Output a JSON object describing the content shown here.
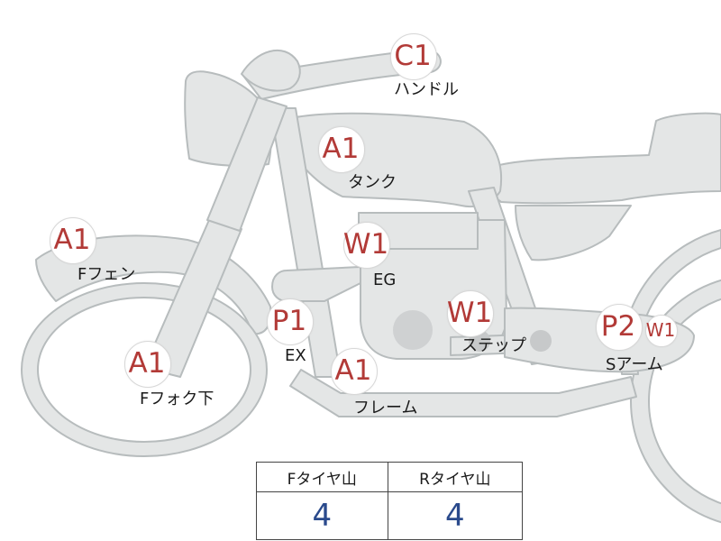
{
  "markers": [
    {
      "id": "handle",
      "code": "C1",
      "label": "ハンドル",
      "color": "#b23a37"
    },
    {
      "id": "tank",
      "code": "A1",
      "label": "タンク",
      "color": "#b23a37"
    },
    {
      "id": "front-fender",
      "code": "A1",
      "label": "Fフェン",
      "color": "#b23a37"
    },
    {
      "id": "engine",
      "code": "W1",
      "label": "EG",
      "color": "#b23a37"
    },
    {
      "id": "exhaust",
      "code": "P1",
      "label": "EX",
      "color": "#b23a37"
    },
    {
      "id": "step",
      "code": "W1",
      "label": "ステップ",
      "color": "#b23a37"
    },
    {
      "id": "swing-arm",
      "code": "P2",
      "label": "Sアーム",
      "color": "#b23a37"
    },
    {
      "id": "swing-arm-extra",
      "code": "W1",
      "label": "",
      "color": "#b23a37"
    },
    {
      "id": "front-fork-lower",
      "code": "A1",
      "label": "Fフォク下",
      "color": "#b23a37"
    },
    {
      "id": "frame",
      "code": "A1",
      "label": "フレーム",
      "color": "#b23a37"
    }
  ],
  "tread_table": {
    "headers": [
      "Fタイヤ山",
      "Rタイヤ山"
    ],
    "values": [
      "4",
      "4"
    ],
    "value_color": "#2a4a8c"
  },
  "colors": {
    "body_fill": "#e4e6e6",
    "outline": "#b7bcbd",
    "code_red": "#b23a37"
  }
}
